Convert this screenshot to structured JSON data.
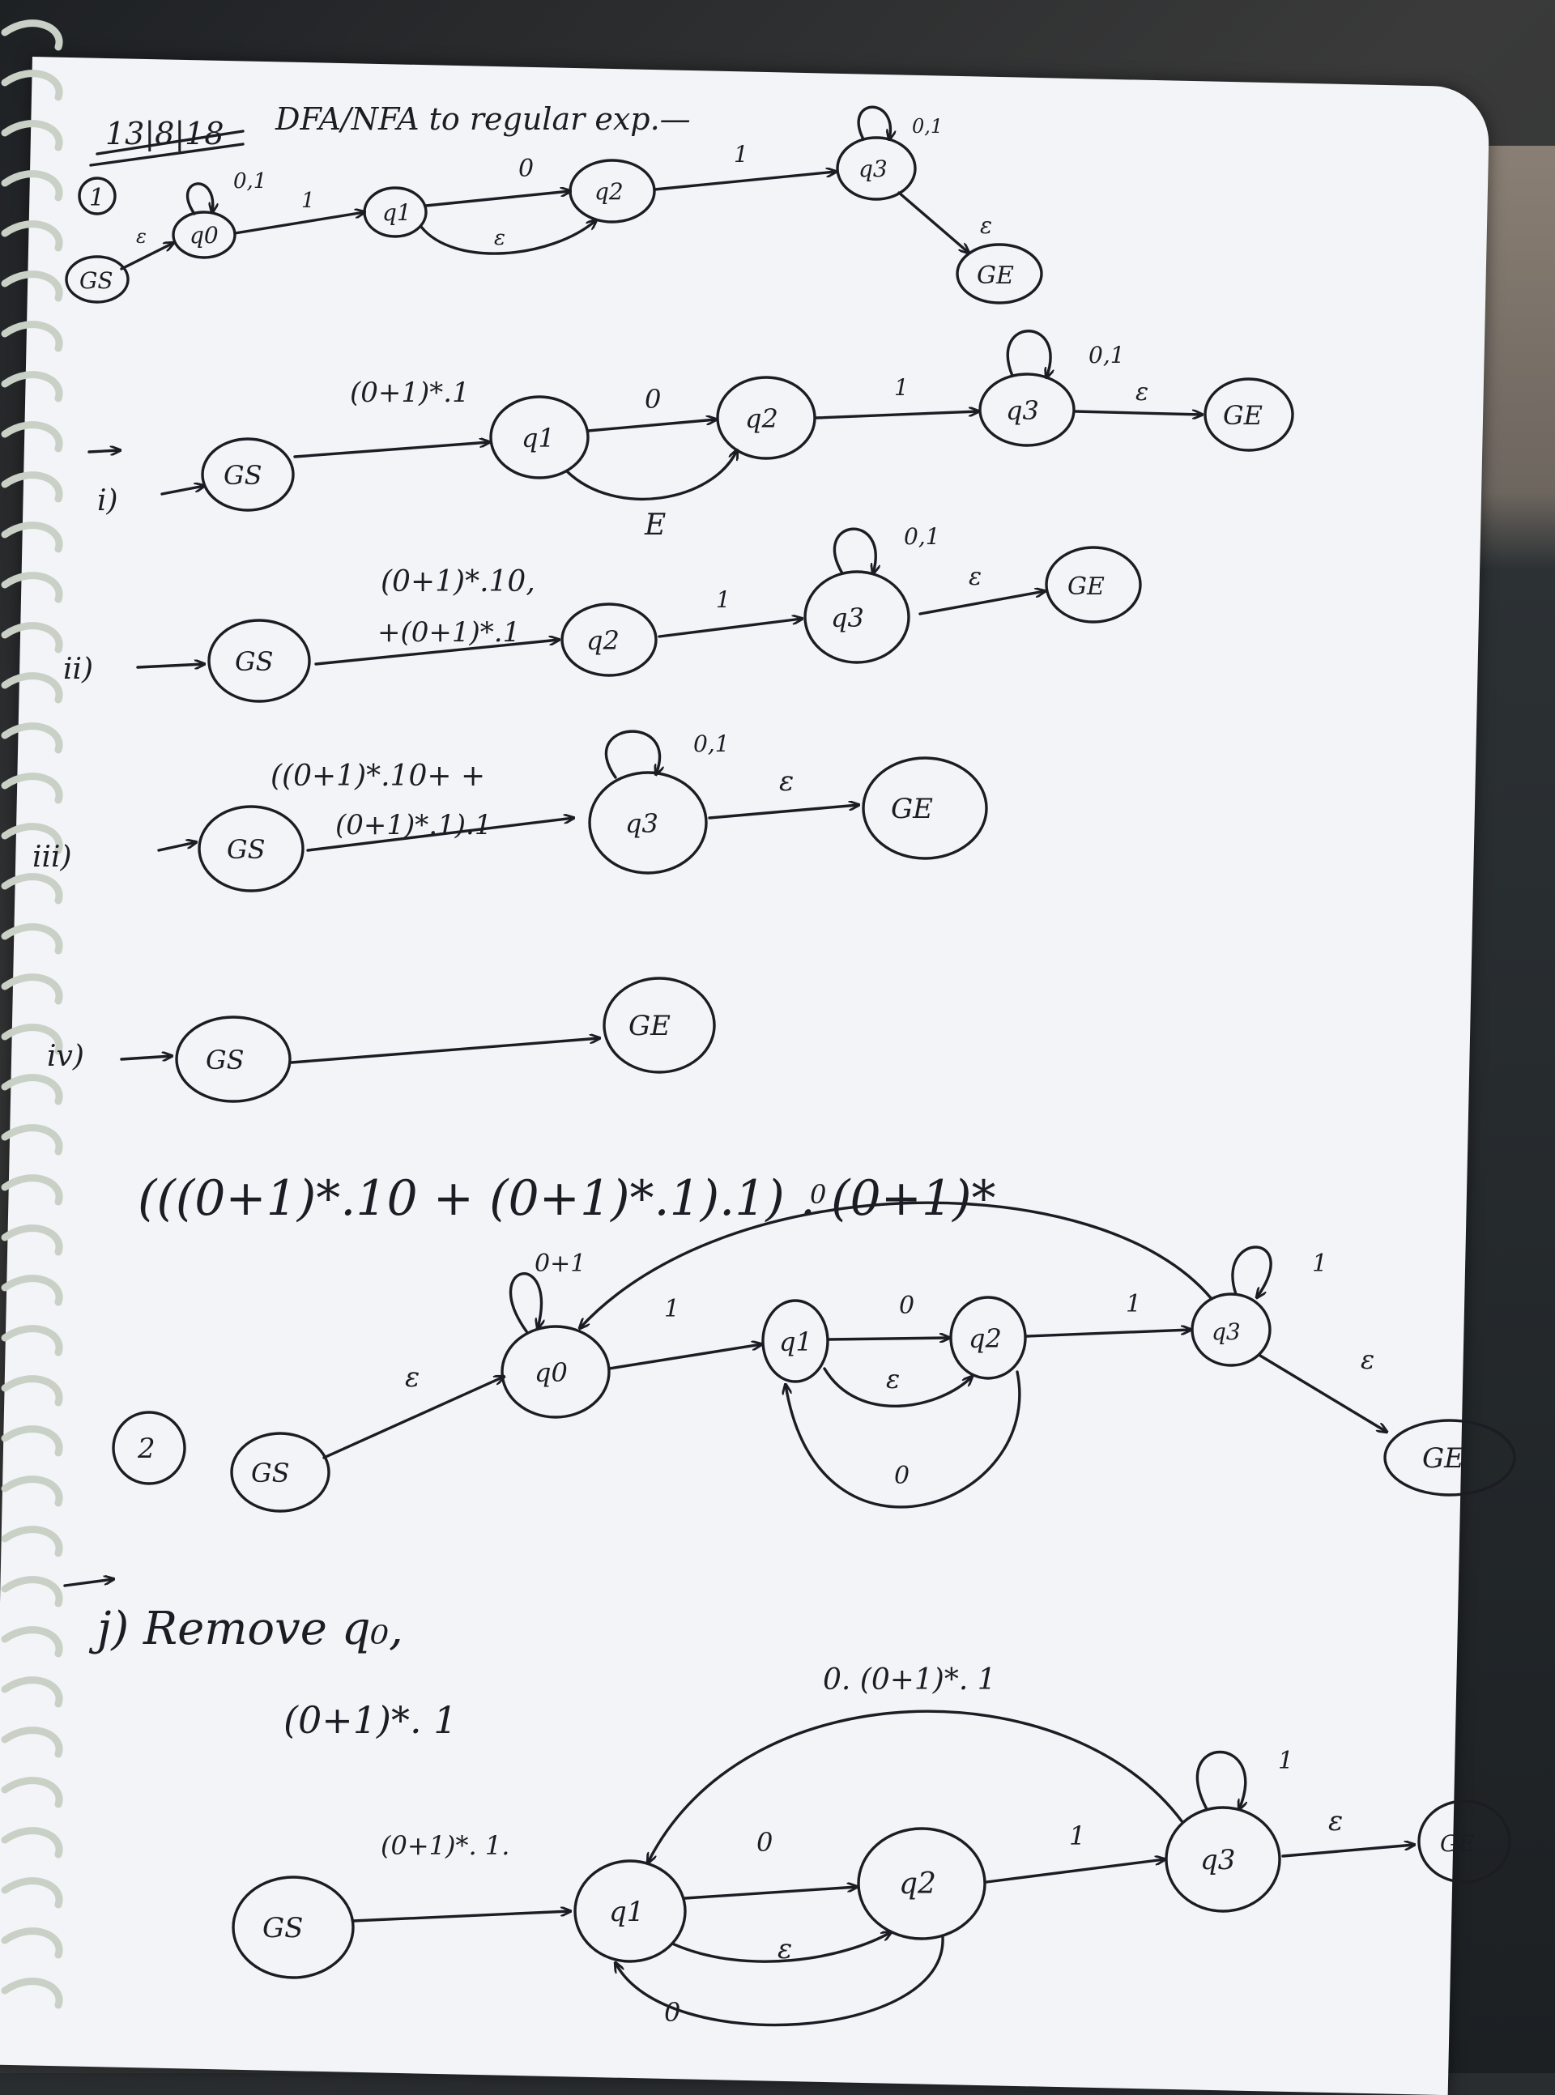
{
  "header": {
    "date": "13|8|18",
    "title": "DFA/NFA to regular exp.—"
  },
  "labels": {
    "section1": "1",
    "section2": "2",
    "step_i": "i)",
    "step_ii": "ii)",
    "step_iii": "iii)",
    "step_iv": "iv)",
    "step_j": "j) Remove q₀,"
  },
  "states": {
    "gs": "GS",
    "ge": "GE",
    "q0": "q0",
    "q1": "q1",
    "q2": "q2",
    "q3": "q3"
  },
  "edges": {
    "d1_q0_loop": "0,1",
    "d1_gs_q0": "ε",
    "d1_q0_q1": "1",
    "d1_q1_q2_top": "0",
    "d1_q1_q2_bottom": "ε",
    "d1_q2_q3": "1",
    "d1_q3_loop": "0,1",
    "d1_q3_ge": "ε",
    "d2_gs_q1": "(0+1)*.1",
    "d2_q1_q2": "0",
    "d2_q1_q2_eps": "E",
    "d2_q2_q3": "1",
    "d2_q3_loop": "0,1",
    "d2_q3_ge": "ε",
    "d3_gs_q2_top": "(0+1)*.10,",
    "d3_gs_q2_bottom": "+(0+1)*.1",
    "d3_q2_q3": "1",
    "d3_q3_loop": "0,1",
    "d3_q3_ge": "ε",
    "d4_gs_q3_top": "((0+1)*.10+ +",
    "d4_gs_q3_bottom": "(0+1)*.1).1",
    "d4_q3_loop": "0,1",
    "d4_q3_ge": "ε",
    "d5_result": "(((0+1)*.10 + (0+1)*.1).1) . (0+1)*",
    "e2_q0_loop": "0+1",
    "e2_gs_q0": "ε",
    "e2_q0_q1": "1",
    "e2_q1_q2": "0",
    "e2_q1_q2_eps": "ε",
    "e2_q2_q1_back": "0",
    "e2_q2_q3": "1",
    "e2_q3_loop": "1",
    "e2_q3_q0_arc": "0",
    "e2_q3_ge": "ε",
    "j_note": "(0+1)*. 1",
    "j_gs_q1": "(0+1)*. 1.",
    "j_q1_q2": "0",
    "j_q1_q2_eps": "ε",
    "j_back": "0",
    "j_q2_q3": "1",
    "j_q3_loop": "1",
    "j_q3_q1_arc": "0. (0+1)*. 1",
    "j_q3_ge": "ε"
  }
}
